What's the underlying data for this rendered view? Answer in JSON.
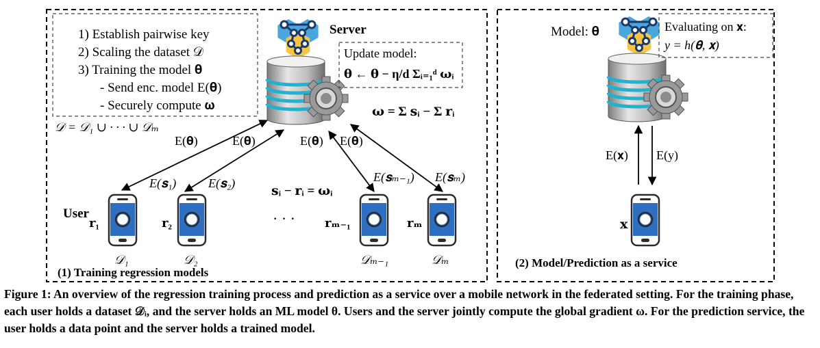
{
  "left_panel": {
    "steps": [
      "1) Establish pairwise key",
      "2) Scaling the dataset 𝒟",
      "3) Training the model 𝛉",
      "- Send enc. model E(𝛉)",
      "- Securely compute 𝛚"
    ],
    "dataset_union": "𝒟 = 𝒟₁ ∪ · · · ∪ 𝒟ₘ",
    "server_label": "Server",
    "update_box": [
      "Update model:",
      "𝛉 ← 𝛉 − η/d Σᵢ₌₁ᵈ 𝛚ᵢ"
    ],
    "omega_eq": "𝛚 = Σ 𝐬ᵢ − Σ 𝐫ᵢ",
    "arrow_labels": [
      "E(𝛉)",
      "E(𝛉)",
      "E(𝛉)",
      "E(𝛉)",
      "E(𝐬₁)",
      "E(𝐬₂)",
      "E(𝐬ₘ₋₁)",
      "E(𝐬ₘ)"
    ],
    "mask_eq": "𝐬ᵢ − 𝐫ᵢ = 𝛚ᵢ",
    "user_label": "User",
    "ellipsis": "· · ·",
    "phones": [
      {
        "r": "𝐫₁",
        "d": "𝒟₁"
      },
      {
        "r": "𝐫₂",
        "d": "𝒟₂"
      },
      {
        "r": "𝐫ₘ₋₁",
        "d": "𝒟ₘ₋₁"
      },
      {
        "r": "𝐫ₘ",
        "d": "𝒟ₘ"
      }
    ],
    "panel_title": "(1) Training regression models"
  },
  "right_panel": {
    "model_label": "Model: 𝛉",
    "eval_box": [
      "Evaluating on 𝐱:",
      "y = h(𝛉, 𝐱)"
    ],
    "arrow_labels": [
      "E(𝐱)",
      "E(y)"
    ],
    "x_label": "𝐱",
    "panel_title": "(2) Model/Prediction as a service"
  },
  "caption": "Figure 1: An overview of the regression training process and prediction as a service over a mobile network in the federated setting. For the training phase, each user holds a dataset 𝒟ᵢ, and the server holds an ML model θ. Users and the server jointly compute the global gradient ω. For the prediction service, the user holds a data point and the server holds a trained model.",
  "colors": {
    "phone_screen": "#2f6fc1",
    "disk_highlight": "#1fb3d0",
    "hex_yellow": "#f6c544",
    "hex_blue": "#4aa6dd",
    "gear_gray": "#9a9a9a"
  }
}
